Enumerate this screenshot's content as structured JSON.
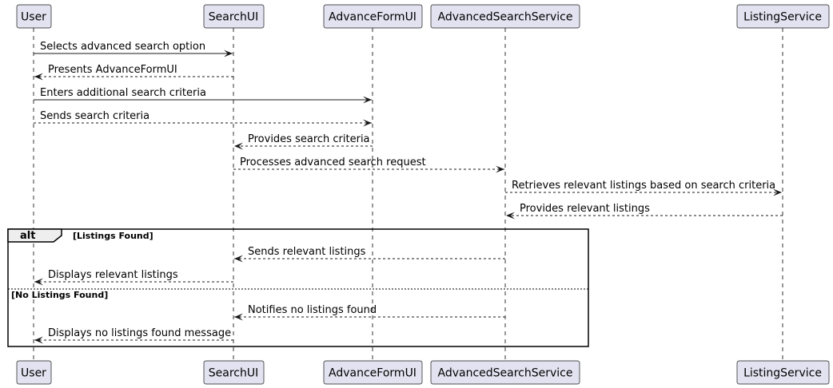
{
  "participants": [
    {
      "id": "user",
      "label": "User"
    },
    {
      "id": "searchui",
      "label": "SearchUI"
    },
    {
      "id": "advanceformui",
      "label": "AdvanceFormUI"
    },
    {
      "id": "advancedsearchservice",
      "label": "AdvancedSearchService"
    },
    {
      "id": "listingservice",
      "label": "ListingService"
    }
  ],
  "messages": [
    {
      "from": "user",
      "to": "searchui",
      "label": "Selects advanced search option",
      "style": "solid"
    },
    {
      "from": "searchui",
      "to": "user",
      "label": "Presents AdvanceFormUI",
      "style": "dashed"
    },
    {
      "from": "user",
      "to": "advanceformui",
      "label": "Enters additional search criteria",
      "style": "solid"
    },
    {
      "from": "user",
      "to": "advanceformui",
      "label": "Sends search criteria",
      "style": "dashed"
    },
    {
      "from": "advanceformui",
      "to": "searchui",
      "label": "Provides search criteria",
      "style": "dashed"
    },
    {
      "from": "searchui",
      "to": "advancedsearchservice",
      "label": "Processes advanced search request",
      "style": "dashed"
    },
    {
      "from": "advancedsearchservice",
      "to": "listingservice",
      "label": "Retrieves relevant listings based on search criteria",
      "style": "dashed"
    },
    {
      "from": "listingservice",
      "to": "advancedsearchservice",
      "label": "Provides relevant listings",
      "style": "dashed"
    },
    {
      "from": "advancedsearchservice",
      "to": "searchui",
      "label": "Sends relevant listings",
      "style": "dashed"
    },
    {
      "from": "searchui",
      "to": "user",
      "label": "Displays relevant listings",
      "style": "dashed"
    },
    {
      "from": "advancedsearchservice",
      "to": "searchui",
      "label": "Notifies no listings found",
      "style": "dashed"
    },
    {
      "from": "searchui",
      "to": "user",
      "label": "Displays no listings found message",
      "style": "dashed"
    }
  ],
  "alt_frame": {
    "keyword": "alt",
    "guards": [
      "[Listings Found]",
      "[No Listings Found]"
    ]
  }
}
